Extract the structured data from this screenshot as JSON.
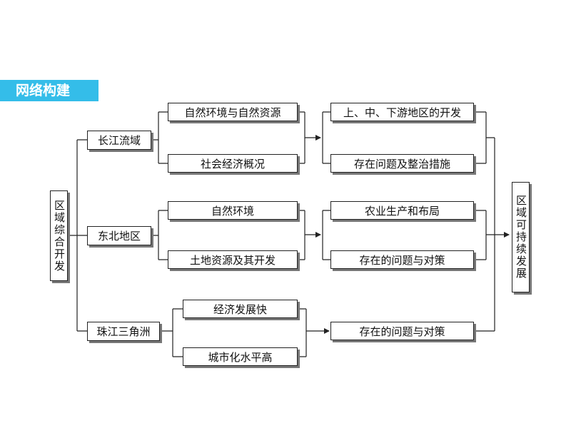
{
  "header": {
    "title": "网络构建"
  },
  "root": "区域综合开发",
  "target": "区域可持续发展",
  "regions": [
    {
      "name": "长江流域",
      "topics": [
        "自然环境与自然资源",
        "社会经济概况"
      ],
      "outcomes": [
        "上、中、下游地区的开发",
        "存在问题及整治措施"
      ]
    },
    {
      "name": "东北地区",
      "topics": [
        "自然环境",
        "土地资源及其开发"
      ],
      "outcomes": [
        "农业生产和布局",
        "存在的问题与对策"
      ]
    },
    {
      "name": "珠江三角洲",
      "topics": [
        "经济发展快",
        "城市化水平高"
      ],
      "outcomes": [
        "存在的问题与对策"
      ]
    }
  ],
  "colors": {
    "header_bg": "#34bde9",
    "header_text": "#ffffff",
    "line": "#222222"
  }
}
